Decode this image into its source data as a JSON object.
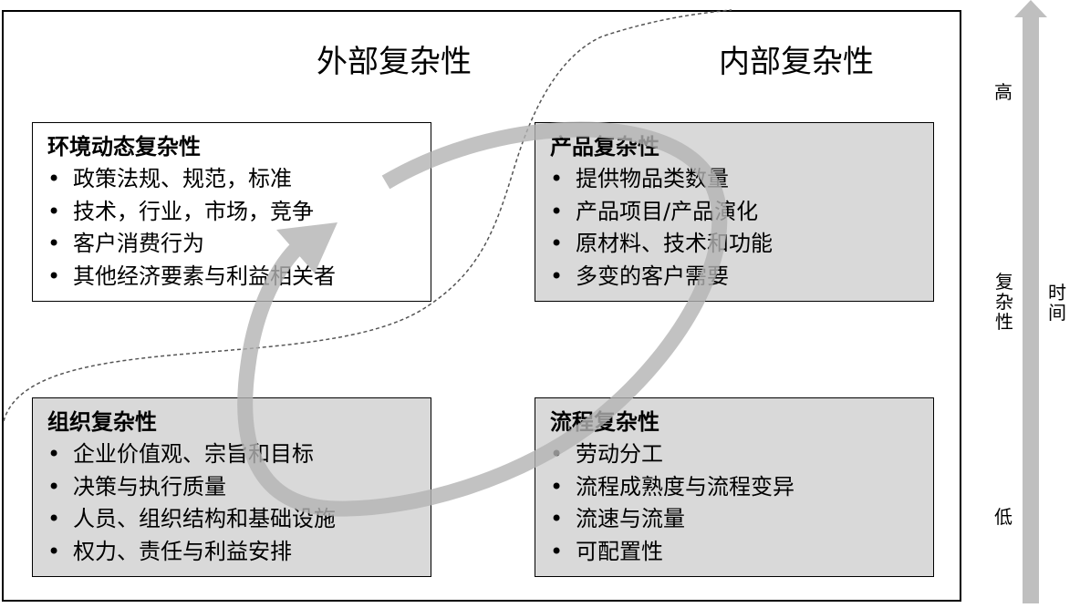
{
  "headers": {
    "external": "外部复杂性",
    "internal": "内部复杂性"
  },
  "quadrants": {
    "environment": {
      "title": "环境动态复杂性",
      "items": [
        "政策法规、规范，标准",
        "技术，行业，市场，竞争",
        "客户消费行为",
        "其他经济要素与利益相关者"
      ]
    },
    "product": {
      "title": "产品复杂性",
      "items": [
        "提供物品类数量",
        "产品项目/产品演化",
        "原材料、技术和功能",
        "多变的客户需要"
      ]
    },
    "organization": {
      "title": "组织复杂性",
      "items": [
        "企业价值观、宗旨和目标",
        "决策与执行质量",
        "人员、组织结构和基础设施",
        "权力、责任与利益安排"
      ]
    },
    "process": {
      "title": "流程复杂性",
      "items": [
        "劳动分工",
        "流程成熟度与流程变异",
        "流速与流量",
        "可配置性"
      ]
    }
  },
  "scale": {
    "high": "高",
    "complexity": "复杂性",
    "low": "低",
    "time": "时间"
  },
  "colors": {
    "box_gray": "#d9d9d9",
    "arrow_gray": "#bfbfbf",
    "side_arrow_gray": "#bfbfbf",
    "dashed_line": "#555555"
  },
  "icons": {
    "cycle": "curved-cycle-arrow",
    "time_axis": "up-arrow"
  }
}
